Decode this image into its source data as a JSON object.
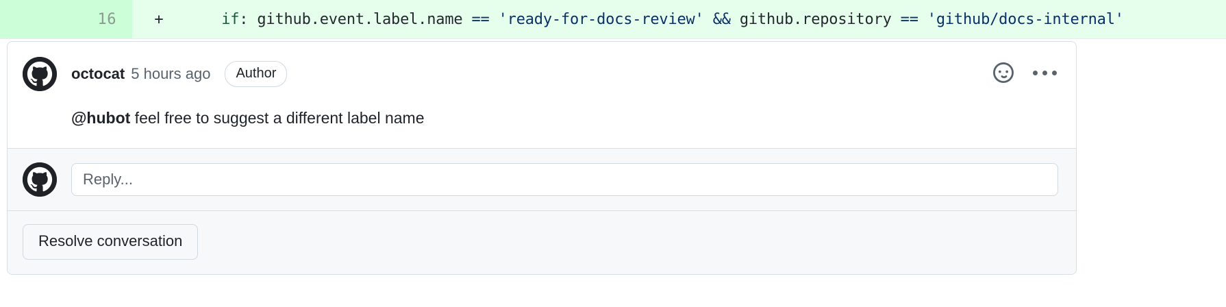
{
  "diff": {
    "line_number": "16",
    "marker": "+",
    "code_segments": [
      {
        "text": "    ",
        "type": "plain"
      },
      {
        "text": "if",
        "type": "key"
      },
      {
        "text": ":",
        "type": "punct"
      },
      {
        "text": " github.event.label.name ",
        "type": "plain"
      },
      {
        "text": "==",
        "type": "op"
      },
      {
        "text": " 'ready-for-docs-review' ",
        "type": "str"
      },
      {
        "text": "&&",
        "type": "op"
      },
      {
        "text": " github.repository ",
        "type": "plain"
      },
      {
        "text": "==",
        "type": "op"
      },
      {
        "text": " 'github/docs-internal'",
        "type": "str"
      }
    ],
    "full_code": "    if: github.event.label.name == 'ready-for-docs-review' && github.repository == 'github/docs-internal'",
    "added_bg": "#e6ffec",
    "gutter_bg": "#ccffd8"
  },
  "comment": {
    "author": "octocat",
    "timestamp": "5 hours ago",
    "badge": "Author",
    "body_mention": "@hubot",
    "body_text": " feel free to suggest a different label name",
    "avatar_icon": "github-logo-avatar",
    "reaction_icon": "smiley-icon",
    "menu_icon": "kebab-menu-icon"
  },
  "reply": {
    "placeholder": "Reply...",
    "avatar_icon": "github-logo-avatar"
  },
  "footer": {
    "resolve_label": "Resolve conversation"
  }
}
